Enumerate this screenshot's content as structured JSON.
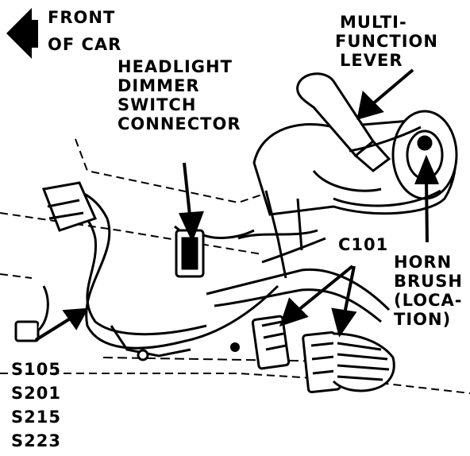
{
  "labels": {
    "front_of_car": [
      "FRONT",
      "OF CAR"
    ],
    "multi_function_lever": [
      "MULTI-",
      "FUNCTION",
      "LEVER"
    ],
    "headlight_dimmer": [
      "HEADLIGHT",
      "DIMMER",
      "SWITCH",
      "CONNECTOR"
    ],
    "c101": "C101",
    "horn_brush": [
      "HORN",
      "BRUSH",
      "(LOCA-",
      "TION)"
    ],
    "splices": [
      "S105",
      "S201",
      "S215",
      "S223"
    ]
  },
  "icons": {
    "front_arrow": "left-arrow-icon"
  },
  "colors": {
    "ink": "#000000",
    "paper": "#ffffff"
  }
}
